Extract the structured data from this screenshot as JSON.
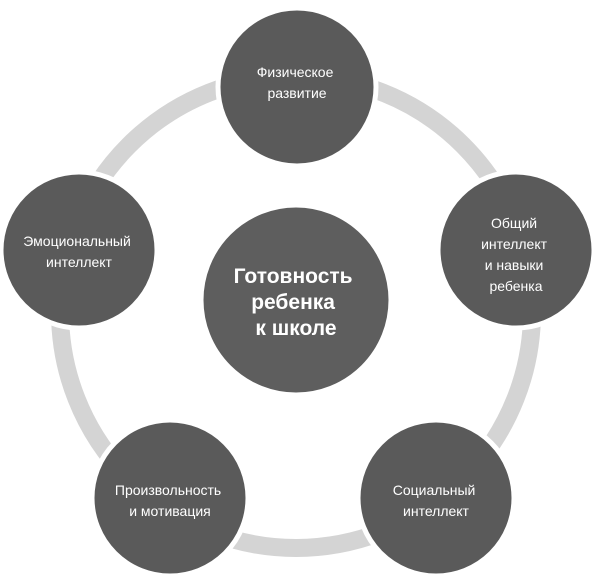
{
  "colors": {
    "ring": "#d4d4d4",
    "node": "#5a5a5a",
    "center": "#5e5e5e",
    "text": "#ffffff"
  },
  "center": {
    "lines": [
      "Готовность",
      "ребенка",
      "к школе"
    ]
  },
  "nodes": [
    {
      "id": "physical",
      "lines": [
        "Физическое",
        "развитие"
      ]
    },
    {
      "id": "general",
      "lines": [
        "Общий",
        "интеллект",
        "и навыки",
        "ребенка"
      ]
    },
    {
      "id": "social",
      "lines": [
        "Социальный",
        "интеллект"
      ]
    },
    {
      "id": "motivation",
      "lines": [
        "Произвольность",
        "и мотивация"
      ]
    },
    {
      "id": "emotional",
      "lines": [
        "Эмоциональный",
        "интеллект"
      ]
    }
  ]
}
